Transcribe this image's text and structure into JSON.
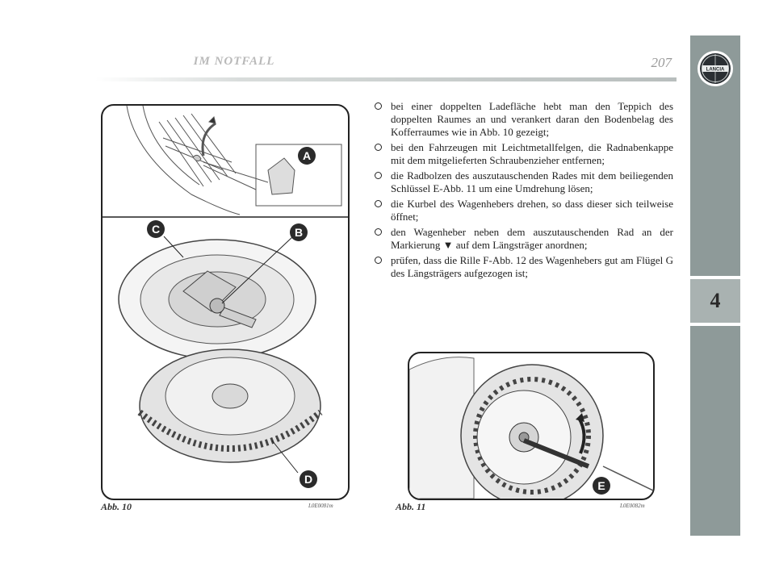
{
  "header": {
    "title": "IM NOTFALL",
    "page_number": "207"
  },
  "side_tab": {
    "chapter": "4",
    "logo_text": "LANCIA"
  },
  "bullets": [
    "bei einer doppelten Ladefläche hebt man den Teppich des doppelten Raumes an und verankert daran den Boden­belag des Kofferraumes wie in Abb. 10 gezeigt;",
    "bei den Fahrzeugen mit Leichtmetallfelgen, die Radna­benkappe mit dem mitgelieferten Schraubenzieher ent­fernen;",
    "die Radbolzen des auszutauschenden Rades mit dem bei­liegenden Schlüssel E-Abb. 11 um eine Umdrehung lö­sen;",
    "die Kurbel des Wagenhebers drehen, so dass dieser sich teilweise öffnet;",
    "den Wagenheber neben dem auszutauschenden Rad an der Markierung ▼ auf dem Längsträger anordnen;",
    "prüfen, dass die Rille F-Abb. 12 des Wagenhebers gut am Flügel G des Längsträgers aufgezogen ist;"
  ],
  "figures": {
    "fig10": {
      "caption": "Abb. 10",
      "code": "L0E0081m",
      "labels": [
        "A",
        "B",
        "C",
        "D"
      ]
    },
    "fig11": {
      "caption": "Abb. 11",
      "code": "L0E0082m",
      "labels": [
        "E"
      ]
    }
  },
  "colors": {
    "side_tab": "#8e9a99",
    "header_title": "#b9b9b9",
    "rule": "#b8bebd"
  }
}
